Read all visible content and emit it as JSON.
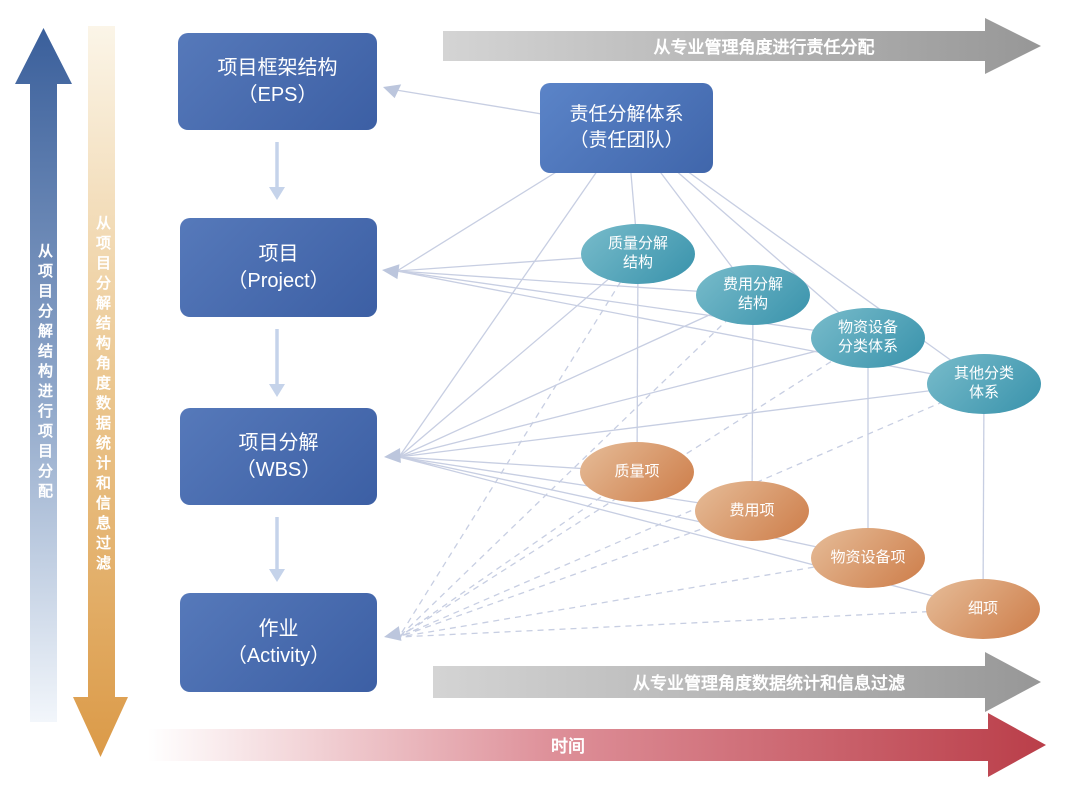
{
  "side_arrows": {
    "up_blue_label": "从项目分解结构进行项目分配",
    "down_orange_label": "从项目分解结构角度数据统计和信息过滤"
  },
  "horizontal_arrows": {
    "top_label": "从专业管理角度进行责任分配",
    "bottom_label": "从专业管理角度数据统计和信息过滤",
    "time_label": "时间"
  },
  "hierarchy_boxes": [
    {
      "line1": "项目框架结构",
      "line2": "（EPS）"
    },
    {
      "line1": "项目",
      "line2": "（Project）"
    },
    {
      "line1": "项目分解",
      "line2": "（WBS）"
    },
    {
      "line1": "作业",
      "line2": "（Activity）"
    }
  ],
  "responsibility_box": {
    "line1": "责任分解体系",
    "line2": "（责任团队）"
  },
  "breakdown_ellipses": [
    {
      "line1": "质量分解",
      "line2": "结构"
    },
    {
      "line1": "费用分解",
      "line2": "结构"
    },
    {
      "line1": "物资设备",
      "line2": "分类体系"
    },
    {
      "line1": "其他分类",
      "line2": "体系"
    }
  ],
  "item_ellipses": [
    {
      "line1": "质量项"
    },
    {
      "line1": "费用项"
    },
    {
      "line1": "物资设备项"
    },
    {
      "line1": "细项"
    }
  ],
  "colors": {
    "box_grad_a": "#5679BA",
    "box_grad_b": "#3C5FA4",
    "duty_grad_a": "#5B84C8",
    "duty_grad_b": "#4066AB",
    "teal_a": "#79BCCB",
    "teal_b": "#3892AB",
    "orange_a": "#E6BD99",
    "orange_b": "#CD7C48",
    "connector": "#C7CEE2",
    "flow_arrow": "#C5D3EA",
    "up_arrow_top": "#3A5F9B",
    "up_arrow_bottom": "#F2F6FB",
    "down_arrow_top": "#FBF5E8",
    "down_arrow_bottom": "#DB9A48",
    "gray_arrow_light": "#D4D4D4",
    "gray_arrow_dark": "#979797",
    "time_arrow_light": "#FFFFFF",
    "time_arrow_dark": "#BA3E49",
    "text_white": "#FFFFFF"
  }
}
